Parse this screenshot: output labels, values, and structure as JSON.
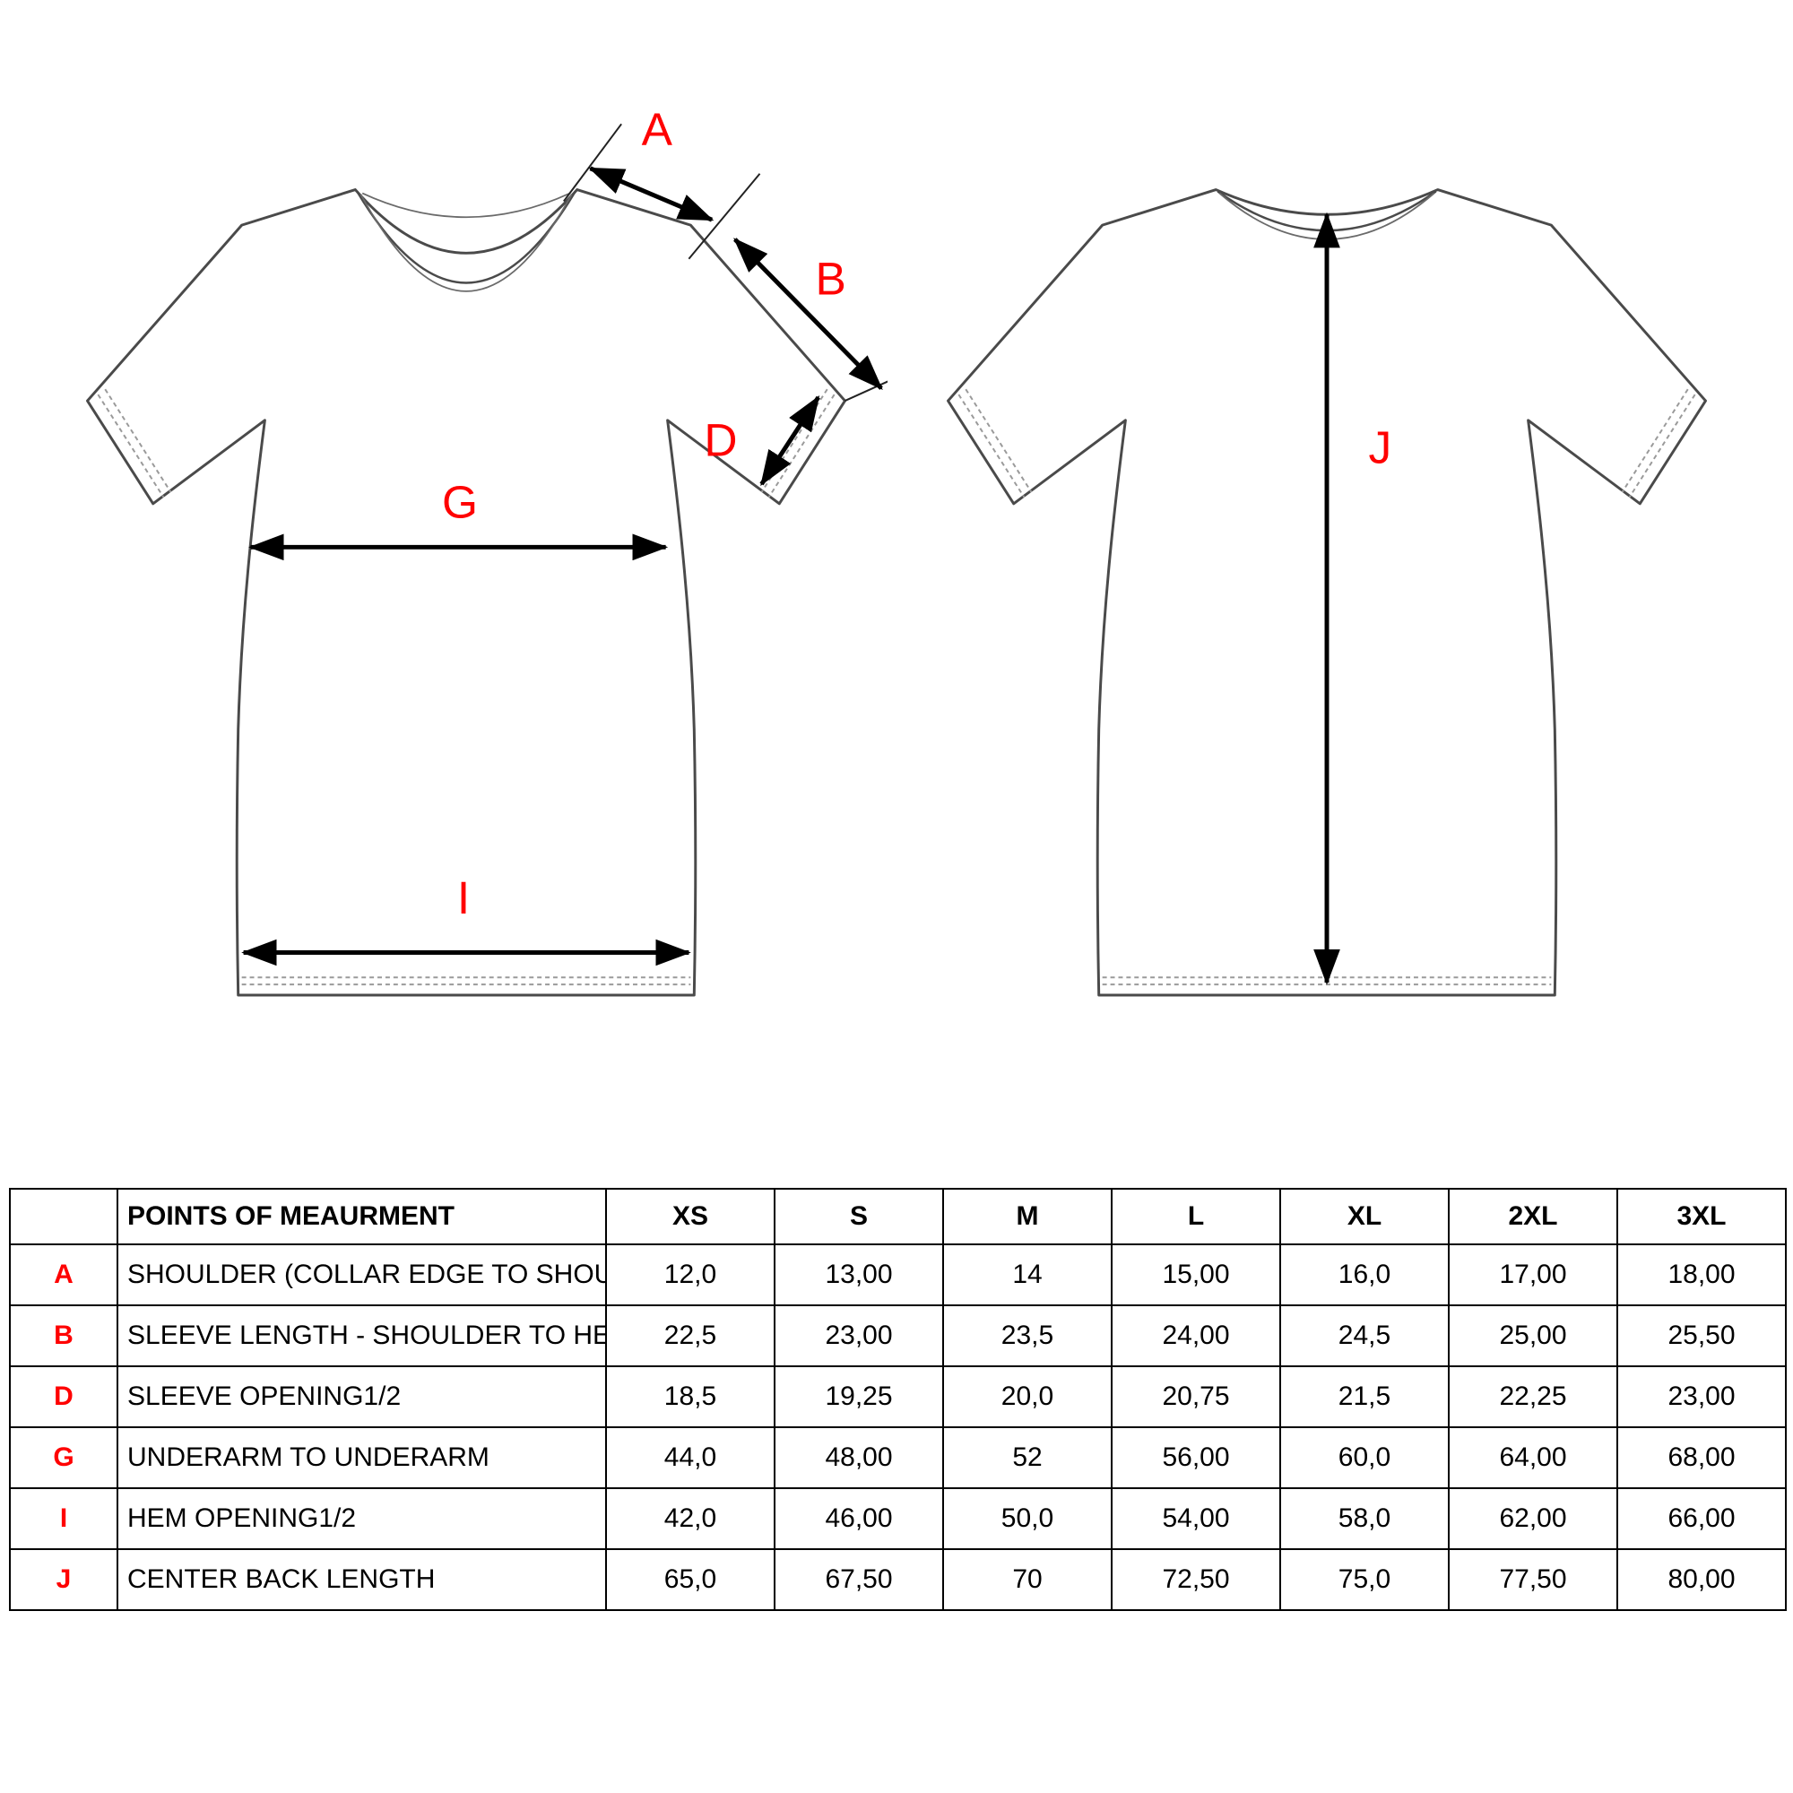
{
  "colors": {
    "accent": "#ff0000",
    "outline": "#4a4a4a",
    "arrow": "#000000",
    "stitch": "#9a9a9a"
  },
  "labels": {
    "front": {
      "a": "A",
      "b": "B",
      "d": "D",
      "g": "G",
      "i": "I"
    },
    "back": {
      "j": "J"
    }
  },
  "table": {
    "points_header": "POINTS OF MEAURMENT",
    "sizes": [
      "XS",
      "S",
      "M",
      "L",
      "XL",
      "2XL",
      "3XL"
    ],
    "rows": [
      {
        "key": "A",
        "name": "SHOULDER (COLLAR EDGE TO SHOULDER EDGE)",
        "values": [
          "12,0",
          "13,00",
          "14",
          "15,00",
          "16,0",
          "17,00",
          "18,00"
        ]
      },
      {
        "key": "B",
        "name": "SLEEVE LENGTH - SHOULDER TO HEM",
        "values": [
          "22,5",
          "23,00",
          "23,5",
          "24,00",
          "24,5",
          "25,00",
          "25,50"
        ]
      },
      {
        "key": "D",
        "name": "SLEEVE OPENING1/2",
        "values": [
          "18,5",
          "19,25",
          "20,0",
          "20,75",
          "21,5",
          "22,25",
          "23,00"
        ]
      },
      {
        "key": "G",
        "name": "UNDERARM TO UNDERARM",
        "values": [
          "44,0",
          "48,00",
          "52",
          "56,00",
          "60,0",
          "64,00",
          "68,00"
        ]
      },
      {
        "key": "I",
        "name": "HEM OPENING1/2",
        "values": [
          "42,0",
          "46,00",
          "50,0",
          "54,00",
          "58,0",
          "62,00",
          "66,00"
        ]
      },
      {
        "key": "J",
        "name": "CENTER BACK LENGTH",
        "values": [
          "65,0",
          "67,50",
          "70",
          "72,50",
          "75,0",
          "77,50",
          "80,00"
        ]
      }
    ]
  }
}
